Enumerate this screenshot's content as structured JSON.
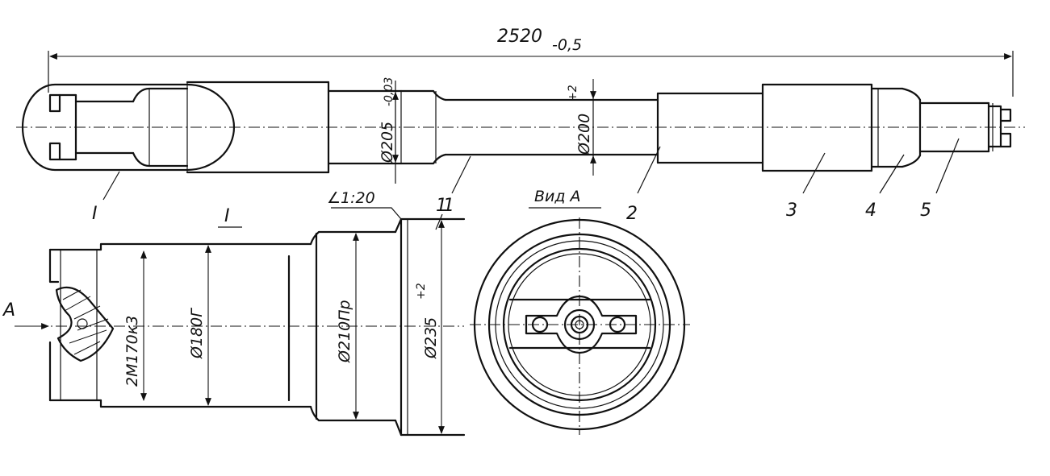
{
  "drawing": {
    "overall_length": "2520",
    "overall_length_tol": "-0,5",
    "dia_205": "Ø205",
    "dia_205_tol": "-0,03",
    "dia_200": "Ø200",
    "dia_200_tol": "+2",
    "taper": "∠1:20",
    "detail_ref": "I",
    "detail_title": "I",
    "view_title": "Вид А",
    "view_arrow": "А",
    "thread": "2М170к3",
    "dia_180": "Ø180Г",
    "dia_210": "Ø210Пр",
    "dia_235": "Ø235",
    "dia_235_tol": "+2",
    "parts": [
      "1",
      "2",
      "3",
      "4",
      "5"
    ],
    "detail_part": "1"
  }
}
